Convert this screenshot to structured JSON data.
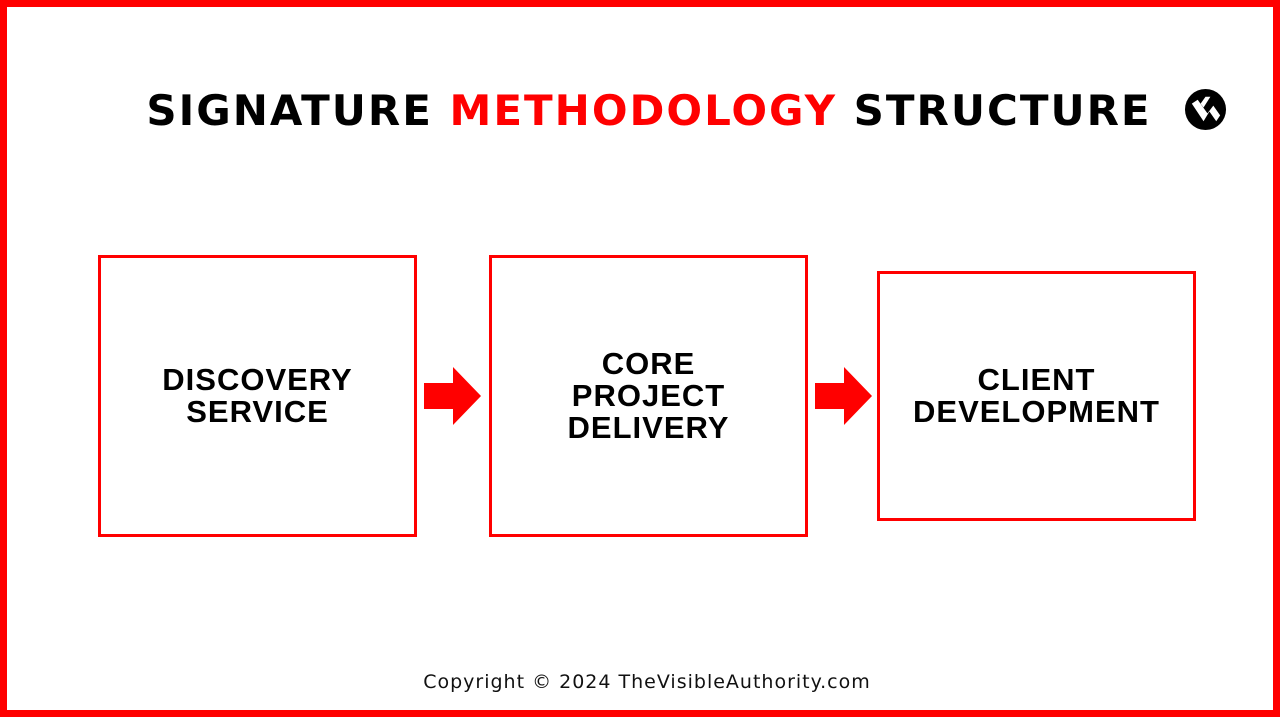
{
  "title": {
    "part1": "SIGNATURE ",
    "accent": "METHODOLOGY",
    "part2": " STRUCTURE"
  },
  "logo": {
    "icon": "visible-authority-logo-icon"
  },
  "steps": [
    {
      "label": "DISCOVERY\nSERVICE"
    },
    {
      "label": "CORE\nPROJECT\nDELIVERY"
    },
    {
      "label": "CLIENT\nDEVELOPMENT"
    }
  ],
  "arrows": [
    {
      "icon": "right-arrow-icon"
    },
    {
      "icon": "right-arrow-icon"
    }
  ],
  "footer": {
    "copyright": "Copyright © 2024 TheVisibleAuthority.com"
  },
  "colors": {
    "accent": "#ff0000",
    "text": "#000000",
    "background": "#ffffff"
  }
}
